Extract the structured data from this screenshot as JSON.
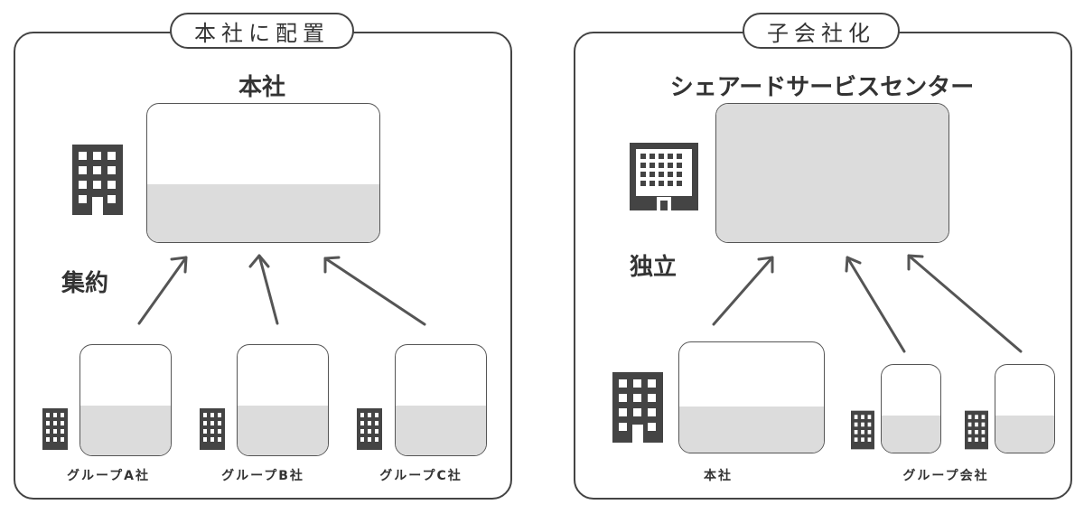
{
  "left_panel": {
    "title": "本社に配置",
    "hq_label": "本社",
    "side_label": "集約",
    "hq_fill_fraction": 0.42,
    "groups": [
      {
        "label": "グループA社",
        "fill_fraction": 0.45
      },
      {
        "label": "グループB社",
        "fill_fraction": 0.45
      },
      {
        "label": "グループC社",
        "fill_fraction": 0.45
      }
    ]
  },
  "right_panel": {
    "title": "子会社化",
    "ssc_label": "シェアードサービスセンター",
    "ssc_fill_fraction": 1.0,
    "side_label": "独立",
    "hq_label": "本社",
    "hq_fill_fraction": 0.42,
    "group_label": "グループ会社",
    "group_fill_fraction": 0.42
  },
  "icons": {
    "building": "building-icon",
    "office": "office-building-icon",
    "arrow": "arrow-up-icon"
  },
  "colors": {
    "line": "#555555",
    "fill": "#dcdcdc",
    "icon": "#444444"
  }
}
